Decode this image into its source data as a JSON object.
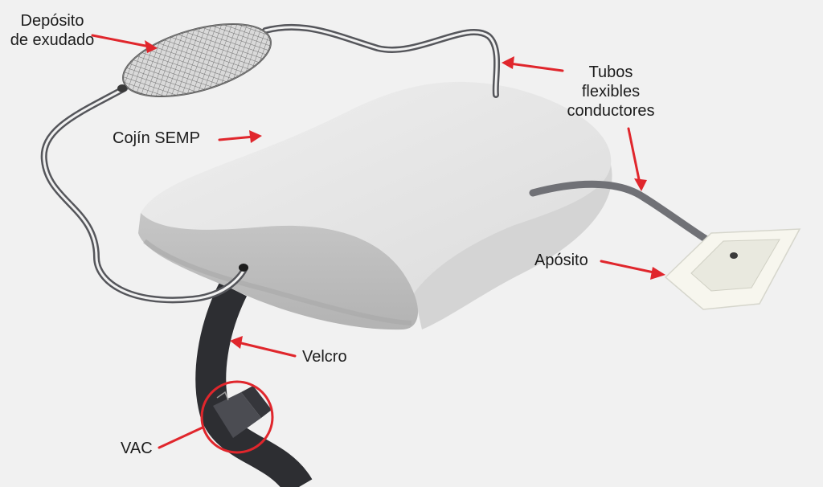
{
  "labels": {
    "deposito_line1": "Depósito",
    "deposito_line2": "de exudado",
    "tubos_line1": "Tubos",
    "tubos_line2": "flexibles",
    "tubos_line3": "conductores",
    "cojin": "Cojín SEMP",
    "aposito": "Apósito",
    "velcro": "Velcro",
    "vac": "VAC"
  },
  "colors": {
    "background": "#f1f1f1",
    "arrow": "#e0262c",
    "tube": "#55565b",
    "strap": "#2d2e32",
    "cushion_light": "#e6e6e6",
    "cushion_dark": "#bdbdbd"
  }
}
